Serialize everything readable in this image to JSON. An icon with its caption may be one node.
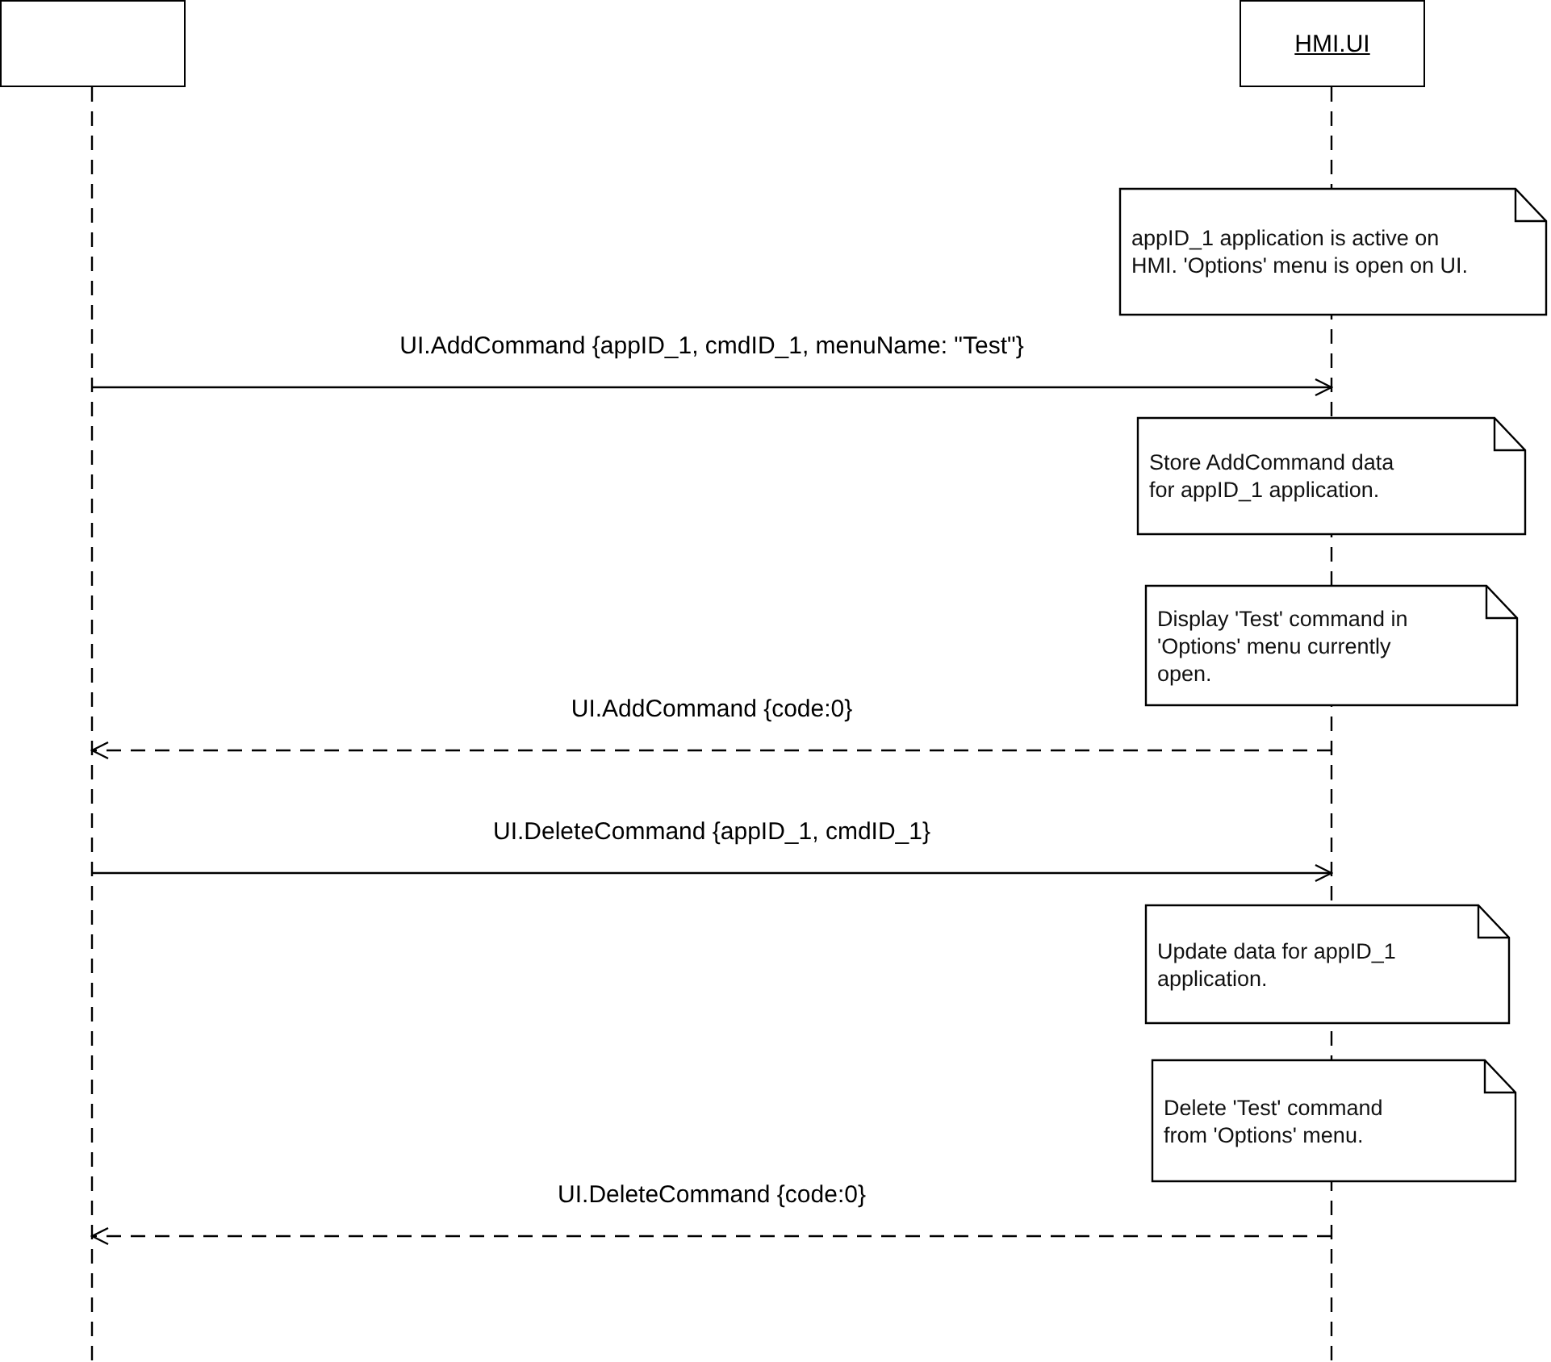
{
  "diagram": {
    "nodes": [
      {
        "text": [],
        "shape": "box"
      },
      {
        "text": [
          "HMI.UI"
        ]
      },
      {
        "text": [
          "appID_1 application is active on HMI. 'Options' menu is open on UI."
        ]
      },
      {
        "text": [
          "Store AddCommand data for appID_1 application."
        ]
      },
      {
        "text": [
          "Display 'Test' command in 'Options' menu currently open."
        ]
      },
      {
        "text": [
          "Update data for appID_1 application."
        ]
      },
      {
        "text": [
          "Delete 'Test' command from 'Options' menu."
        ]
      }
    ],
    "edges": [
      {
        "from": 0,
        "to": 1,
        "arrow": "to",
        "label": "UI.AddCommand {appID_1, cmdID_1, menuName: \"Test\"}"
      },
      {
        "from": 1,
        "to": 0,
        "arrow": "to",
        "label": "UI.AddCommand {code:0}",
        "style": "dashed"
      },
      {
        "from": 0,
        "to": 1,
        "arrow": "to",
        "label": "UI.DeleteCommand {appID_1, cmdID_1}"
      },
      {
        "from": 1,
        "to": 0,
        "arrow": "to",
        "label": "UI.DeleteCommand {code:0}",
        "style": "dashed"
      }
    ]
  }
}
